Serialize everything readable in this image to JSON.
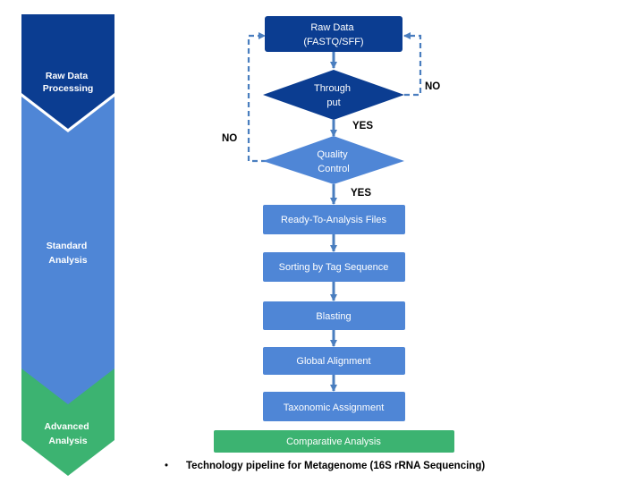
{
  "stages": [
    {
      "label_lines": [
        "Raw Data",
        "Processing"
      ],
      "color": "#0b3d91"
    },
    {
      "label_lines": [
        "Standard",
        "Analysis"
      ],
      "color": "#4f86d6"
    },
    {
      "label_lines": [
        "Advanced",
        "Analysis"
      ],
      "color": "#3cb371"
    }
  ],
  "flow": {
    "raw_data": [
      "Raw Data",
      "(FASTQ/SFF)"
    ],
    "throughput": [
      "Through",
      "put"
    ],
    "quality_control": [
      "Quality",
      "Control"
    ],
    "yes_label_1": "YES",
    "yes_label_2": "YES",
    "no_label_right": "NO",
    "no_label_left": "NO",
    "steps": [
      "Ready-To-Analysis Files",
      "Sorting by Tag Sequence",
      "Blasting",
      "Global Alignment",
      "Taxonomic Assignment"
    ],
    "final_step": "Comparative Analysis"
  },
  "colors": {
    "dark_blue": "#0b3d91",
    "mid_blue": "#4f86d6",
    "green": "#3cb371",
    "connector": "#4a7ebf"
  },
  "caption": {
    "bullet": "•",
    "text": "Technology pipeline for Metagenome (16S rRNA Sequencing)"
  }
}
